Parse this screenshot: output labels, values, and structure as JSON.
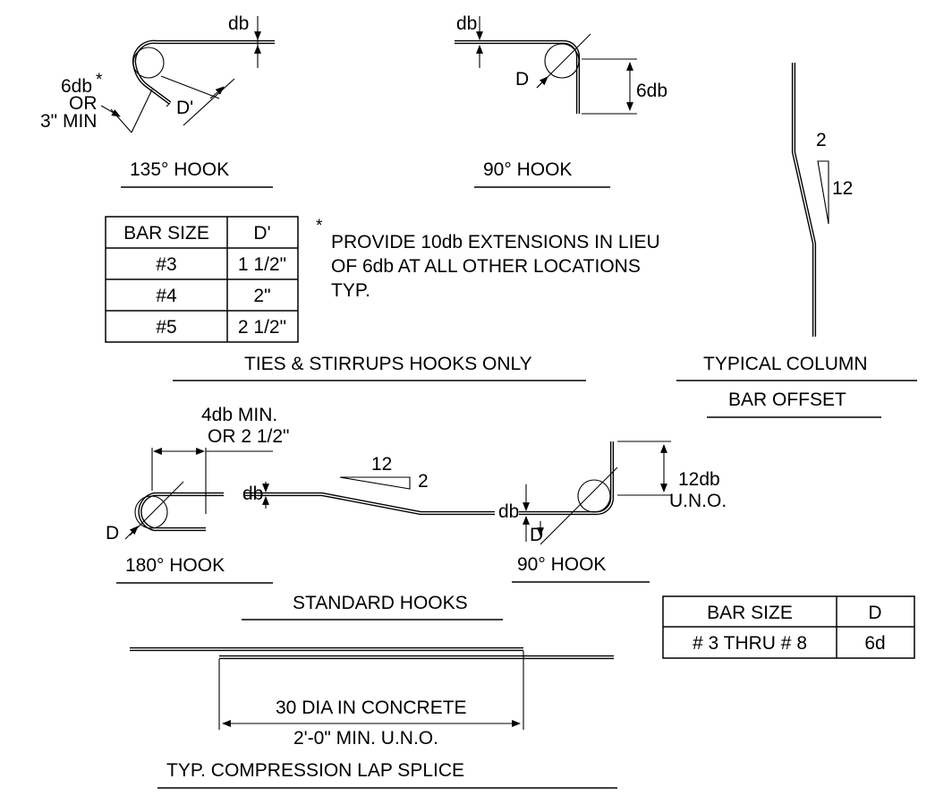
{
  "hook135": {
    "title": "135° HOOK",
    "label_db": "db",
    "label_6db_a": "6db",
    "label_star": "*",
    "label_or": "OR",
    "label_3min": "3\" MIN",
    "label_dprime": "D'"
  },
  "hook90_top": {
    "title": "90° HOOK",
    "label_db": "db",
    "label_d": "D",
    "label_6db": "6db"
  },
  "column_offset": {
    "title_line1": "TYPICAL COLUMN",
    "title_line2": "BAR OFFSET",
    "slope_rise": "2",
    "slope_run": "12"
  },
  "ties_table": {
    "headers": [
      "BAR SIZE",
      "D'"
    ],
    "rows": [
      [
        "#3",
        "1 1/2\""
      ],
      [
        "#4",
        "2\""
      ],
      [
        "#5",
        "2 1/2\""
      ]
    ]
  },
  "note": {
    "star": "*",
    "lines": [
      "PROVIDE 10db EXTENSIONS IN LIEU",
      "OF 6db AT ALL OTHER LOCATIONS",
      "TYP."
    ]
  },
  "ties_caption": "TIES & STIRRUPS HOOKS ONLY",
  "hook180": {
    "title": "180° HOOK",
    "dim_line1": "4db MIN.",
    "dim_line2": "OR 2 1/2\"",
    "label_d": "D"
  },
  "offset_bar": {
    "label_db": "db",
    "slope_run": "12",
    "slope_rise": "2"
  },
  "hook90_bottom": {
    "title": "90° HOOK",
    "label_db": "db",
    "label_d": "D",
    "dim_line1": "12db",
    "dim_line2": "U.N.O."
  },
  "standard_caption": "STANDARD HOOKS",
  "d_table": {
    "headers": [
      "BAR SIZE",
      "D"
    ],
    "rows": [
      [
        "# 3 THRU # 8",
        "6d"
      ]
    ]
  },
  "lap_splice": {
    "dim_line1": "30 DIA IN CONCRETE",
    "dim_line2": "2'-0\" MIN. U.N.O.",
    "title": "TYP. COMPRESSION LAP SPLICE"
  }
}
